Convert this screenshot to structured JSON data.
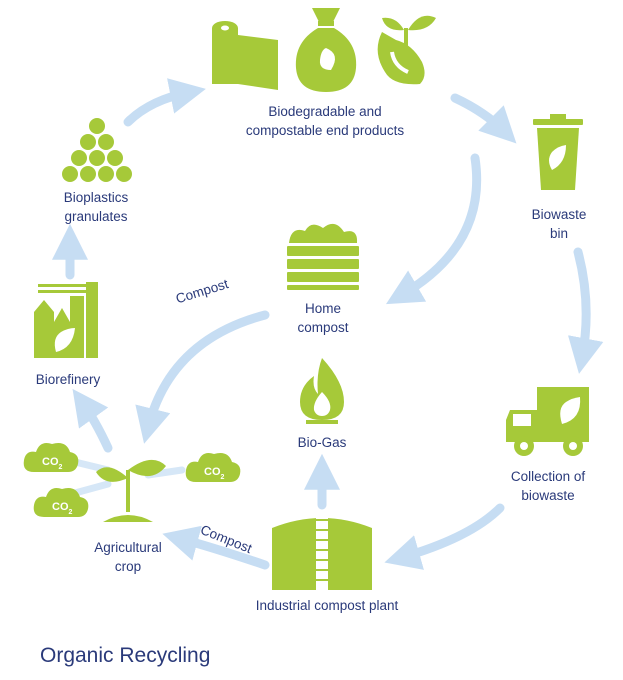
{
  "title": "Organic Recycling",
  "colors": {
    "icon": "#a6c939",
    "arrow": "#c6ddf3",
    "text": "#2a3a7a"
  },
  "nodes": {
    "end_products": {
      "label": "Biodegradable and\ncompostable end products",
      "icons": [
        "paper-roll-icon",
        "sack-icon",
        "sprout-ribbon-icon"
      ]
    },
    "biowaste_bin": {
      "label": "Biowaste bin",
      "icon": "waste-bin-icon"
    },
    "collection": {
      "label": "Collection of\nbiowaste",
      "icon": "truck-icon"
    },
    "industrial_plant": {
      "label": "Industrial compost plant",
      "icon": "digester-icon"
    },
    "biogas": {
      "label": "Bio-Gas",
      "icon": "flame-icon"
    },
    "home_compost": {
      "label": "Home\ncompost",
      "icon": "compost-heap-icon"
    },
    "crop": {
      "label": "Agricultural\ncrop",
      "icon": "seedling-icon"
    },
    "biorefinery": {
      "label": "Biorefinery",
      "icon": "factory-icon"
    },
    "granulates": {
      "label": "Bioplastics\ngranulates",
      "icon": "granules-icon"
    }
  },
  "edge_labels": {
    "compost_home": "Compost",
    "compost_plant": "Compost"
  },
  "co2": {
    "main": "CO",
    "sub": "2"
  }
}
